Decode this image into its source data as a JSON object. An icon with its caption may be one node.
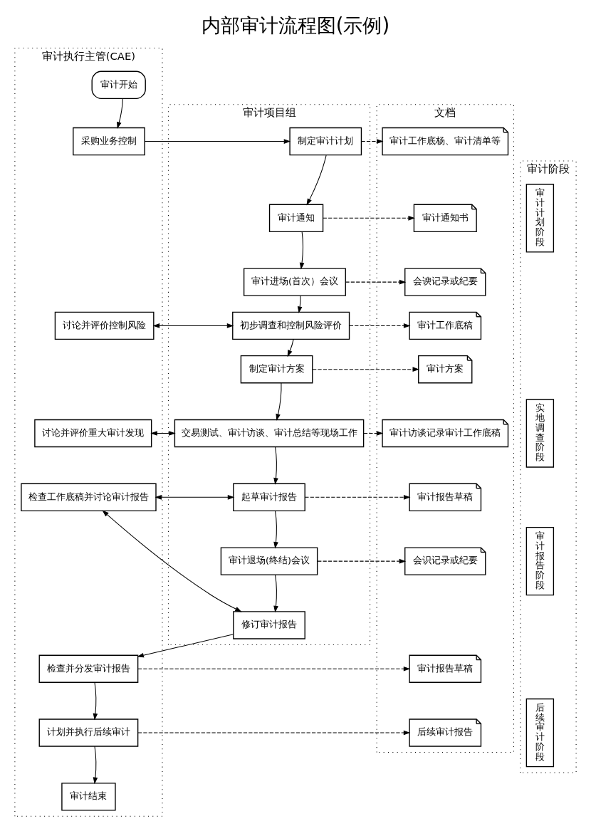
{
  "diagram": {
    "title": "内部审计流程图(示例)",
    "nodes": [
      {
        "text": [
          "审计执行主管(CAE)"
        ]
      },
      {
        "text": [
          "审计项目组"
        ]
      },
      {
        "text": [
          "文档"
        ]
      },
      {
        "text": [
          "审计阶段"
        ]
      },
      {
        "text": [
          "审计开始"
        ],
        "in": 0
      },
      {
        "text": [
          "采购业务控制"
        ],
        "in": 0
      },
      {
        "text": [
          "制定审计计划"
        ],
        "in": 1
      },
      {
        "text": [
          "审计工作底杨、审计清单等"
        ],
        "in": 2
      },
      {
        "text": [
          "审计通知"
        ],
        "in": 1
      },
      {
        "text": [
          "审计通知书"
        ],
        "in": 2
      },
      {
        "text": [
          "审计进场(首次）会议"
        ],
        "in": 1
      },
      {
        "text": [
          "会谀记录或纪要"
        ],
        "in": 2
      },
      {
        "text": [
          "讨论并评价控制风险"
        ],
        "in": 0
      },
      {
        "text": [
          "初步调查和控制风险评价"
        ],
        "in": 1
      },
      {
        "text": [
          "审计工作底稿"
        ],
        "in": 2
      },
      {
        "text": [
          "制定审计方案"
        ],
        "in": 1
      },
      {
        "text": [
          "审计方案"
        ],
        "in": 2
      },
      {
        "text": [
          "讨论并评价重大审计发现"
        ],
        "in": 0
      },
      {
        "text": [
          "交易测试、审计访谈、审计总结等现场工作"
        ],
        "in": 1
      },
      {
        "text": [
          "审计访谈记录审计工作底稿"
        ],
        "in": 2
      },
      {
        "text": [
          "检查工作底稿并讨论审计报告"
        ],
        "in": 0
      },
      {
        "text": [
          "起草审计报告"
        ],
        "in": 1
      },
      {
        "text": [
          "审计报告草稿"
        ],
        "in": 2
      },
      {
        "text": [
          "审计退场(终结)会议"
        ],
        "in": 1
      },
      {
        "text": [
          "会识记录或纪要"
        ],
        "in": 2
      },
      {
        "text": [
          "修订审计报告"
        ],
        "in": 1
      },
      {
        "text": [
          "检查并分发审计报告"
        ],
        "in": 0
      },
      {
        "text": [
          "审计报告草稿"
        ],
        "in": 2
      },
      {
        "text": [
          "计划并执行后续审计"
        ],
        "in": 0
      },
      {
        "text": [
          "后续审计报告"
        ],
        "in": 2
      },
      {
        "text": [
          "审计结束"
        ],
        "in": 0
      },
      {
        "text": [
          "审计计划阶段"
        ],
        "in": 3
      },
      {
        "text": [
          "实地调查阶段"
        ],
        "in": 3
      },
      {
        "text": [
          "审计报告阶段"
        ],
        "in": 3
      },
      {
        "text": [
          "后续审计阶段"
        ],
        "in": 3
      }
    ],
    "edges": [
      {
        "from": 4,
        "to": 5,
        "arrow": "to"
      },
      {
        "from": 5,
        "to": 6,
        "arrow": "to"
      },
      {
        "from": 6,
        "to": 7,
        "arrow": "to",
        "style": "dashed"
      },
      {
        "from": 6,
        "to": 8,
        "arrow": "to"
      },
      {
        "from": 8,
        "to": 9,
        "arrow": "to",
        "style": "dashed"
      },
      {
        "from": 8,
        "to": 10,
        "arrow": "to"
      },
      {
        "from": 10,
        "to": 11,
        "arrow": "to",
        "style": "dashed"
      },
      {
        "from": 10,
        "to": 13,
        "arrow": "to"
      },
      {
        "from": 13,
        "to": 12,
        "arrow": "both"
      },
      {
        "from": 13,
        "to": 14,
        "arrow": "to",
        "style": "dashed"
      },
      {
        "from": 13,
        "to": 15,
        "arrow": "to"
      },
      {
        "from": 15,
        "to": 16,
        "arrow": "to",
        "style": "dashed"
      },
      {
        "from": 15,
        "to": 18,
        "arrow": "to"
      },
      {
        "from": 18,
        "to": 17,
        "arrow": "both"
      },
      {
        "from": 18,
        "to": 19,
        "arrow": "to",
        "style": "dashed"
      },
      {
        "from": 18,
        "to": 21,
        "arrow": "to"
      },
      {
        "from": 21,
        "to": 20,
        "arrow": "both"
      },
      {
        "from": 21,
        "to": 22,
        "arrow": "to",
        "style": "dashed"
      },
      {
        "from": 21,
        "to": 23,
        "arrow": "to"
      },
      {
        "from": 23,
        "to": 24,
        "arrow": "to",
        "style": "dashed"
      },
      {
        "from": 23,
        "to": 25,
        "arrow": "to"
      },
      {
        "from": 20,
        "to": 25,
        "arrow": "both"
      },
      {
        "from": 25,
        "to": 26,
        "arrow": "to"
      },
      {
        "from": 26,
        "to": 27,
        "arrow": "to",
        "style": "dashed"
      },
      {
        "from": 26,
        "to": 28,
        "arrow": "to"
      },
      {
        "from": 28,
        "to": 29,
        "arrow": "to",
        "style": "dashed"
      },
      {
        "from": 28,
        "to": 30,
        "arrow": "to"
      }
    ]
  }
}
